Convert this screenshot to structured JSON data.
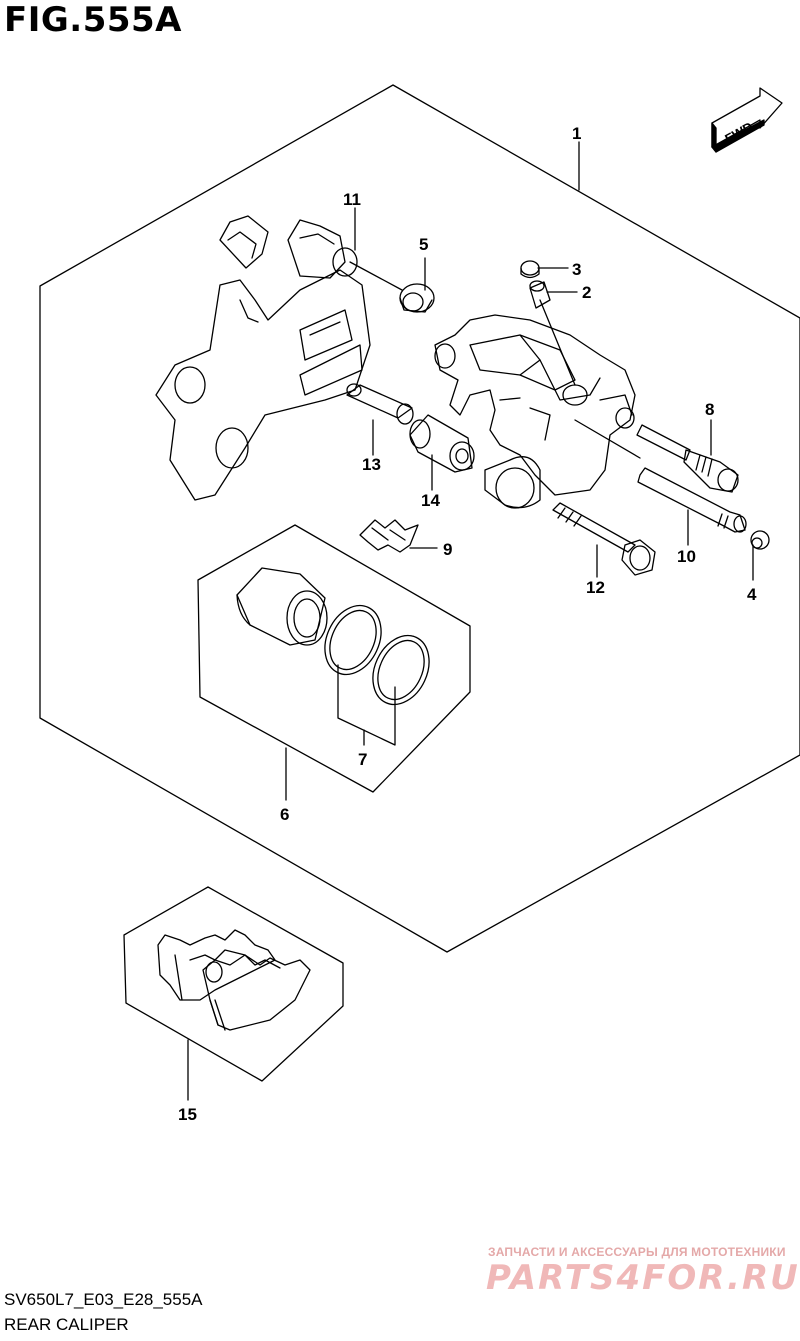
{
  "figure_title": "FIG.555A",
  "fwd_label": "FWD",
  "callouts": {
    "c1": "1",
    "c2": "2",
    "c3": "3",
    "c4": "4",
    "c5": "5",
    "c6": "6",
    "c7": "7",
    "c8": "8",
    "c9": "9",
    "c10": "10",
    "c11": "11",
    "c12": "12",
    "c13": "13",
    "c14": "14",
    "c15": "15"
  },
  "footer": {
    "code": "SV650L7_E03_E28_555A",
    "name": "REAR CALIPER"
  },
  "watermark": {
    "subtitle": "ЗАПЧАСТИ И АКСЕССУАРЫ ДЛЯ МОТОТЕХНИКИ",
    "brand": "PARTS4FOR.RU"
  },
  "colors": {
    "line": "#000000",
    "watermark": "#f0b8b8"
  }
}
